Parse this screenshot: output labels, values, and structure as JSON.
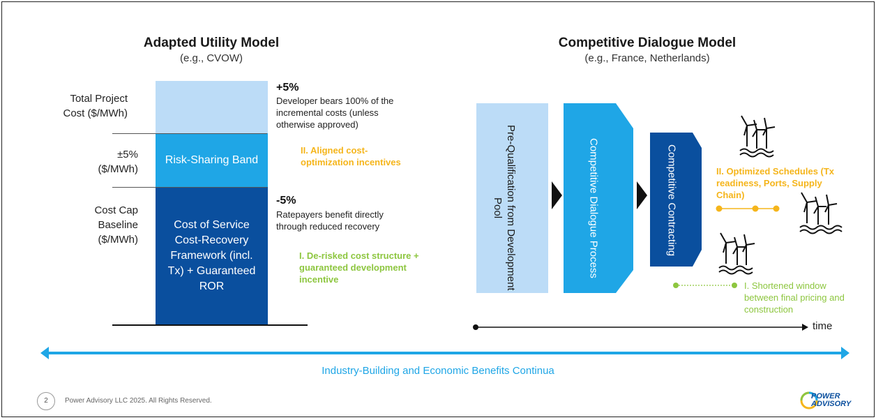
{
  "left": {
    "title": "Adapted Utility Model",
    "subtitle": "(e.g., CVOW)",
    "rows": {
      "total_cost": "Total Project Cost ($/MWh)",
      "band": "±5% ($/MWh)",
      "baseline": "Cost Cap Baseline ($/MWh)"
    },
    "boxes": {
      "risk_band": "Risk-Sharing Band",
      "cost_service": "Cost of Service Cost-Recovery Framework (incl. Tx) + Guaranteed ROR"
    },
    "plus": {
      "pct": "+5%",
      "text": "Developer bears 100% of the incremental costs (unless otherwise approved)"
    },
    "minus": {
      "pct": "-5%",
      "text": "Ratepayers benefit directly through reduced recovery"
    },
    "aligned": "II. Aligned cost-optimization incentives",
    "derisked": "I. De-risked cost structure + guaranteed development incentive"
  },
  "right": {
    "title": "Competitive Dialogue Model",
    "subtitle": "(e.g., France, Netherlands)",
    "stages": [
      "Pre-Qualification from Development Pool",
      "Competitive Dialogue Process",
      "Competitive Contracting"
    ],
    "optimized": "II. Optimized Schedules (Tx readiness, Ports, Supply Chain)",
    "shortened": "I. Shortened window between final pricing and construction",
    "time_label": "time"
  },
  "continua": "Industry-Building and Economic Benefits Continua",
  "footer": {
    "page": "2",
    "copyright": "Power Advisory LLC 2025. All Rights Reserved.",
    "logo_line1": "POWER",
    "logo_line2": "ADVISORY"
  },
  "colors": {
    "light_blue": "#bcdcf7",
    "mid_blue": "#1fa6e6",
    "dark_blue": "#0a4f9e",
    "orange": "#f5b51b",
    "green": "#8dc63f"
  }
}
